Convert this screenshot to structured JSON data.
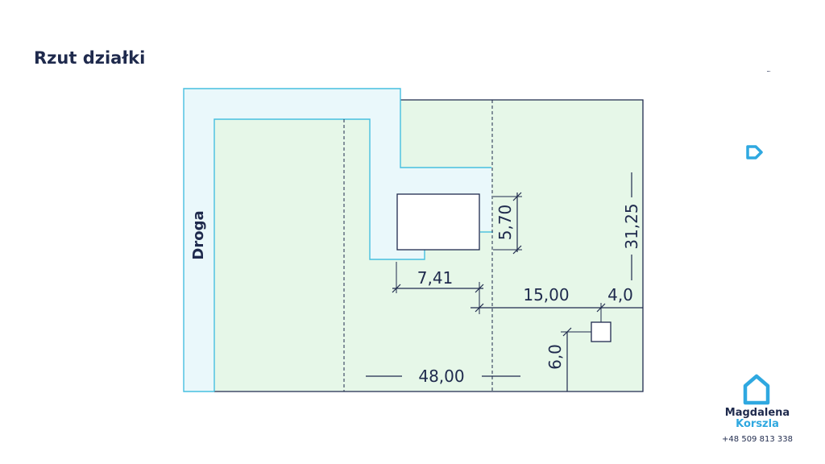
{
  "page": {
    "title": "Rzut działki"
  },
  "plan": {
    "road_label": "Droga",
    "dimensions": {
      "total_width": "48,00",
      "total_depth": "31,25",
      "house_offset": "7,41",
      "house_depth": "5,70",
      "rear_offset": "15,00",
      "rear_small": "4,0",
      "side_offset": "6,0"
    }
  },
  "brand": {
    "name": "home",
    "agent_first": "Magdalena",
    "agent_last": "Korszla",
    "phone": "+48 509 813 338",
    "accent_color": "#2fa8e0",
    "text_color": "#1f2a4d",
    "plot_fill": "#e6f7e8",
    "road_fill": "#eaf8fb"
  }
}
